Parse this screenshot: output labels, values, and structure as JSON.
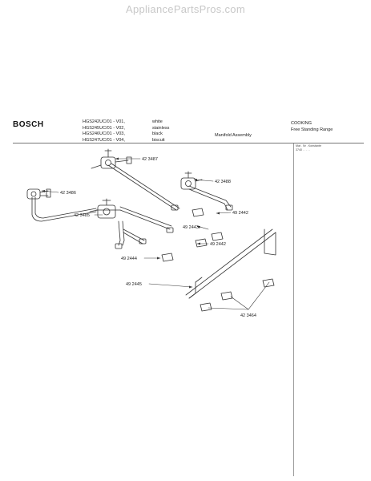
{
  "watermark": "AppliancePartsPros.com",
  "header": {
    "brand": "BOSCH",
    "models": [
      "HGS242UC/01 - V01,",
      "HGS245UC/01 - V02,",
      "HGS246UC/01 - V03,",
      "HGS247UC/01 - V04,"
    ],
    "colors": [
      "white",
      "stainless",
      "black",
      "biscuit"
    ],
    "assembly": "Manifold Assembly",
    "category": [
      "COOKING",
      "Free Standing Range"
    ],
    "ref_header": [
      "Mat . Nr . Konstante",
      "3740 . . . . ."
    ]
  },
  "callouts": [
    {
      "id": "c1",
      "label": "42 3487"
    },
    {
      "id": "c2",
      "label": "42 3488"
    },
    {
      "id": "c3",
      "label": "42 3486"
    },
    {
      "id": "c4",
      "label": "42 3485"
    },
    {
      "id": "c5",
      "label": "49 2442"
    },
    {
      "id": "c6",
      "label": "49 2443"
    },
    {
      "id": "c7",
      "label": "49 2442"
    },
    {
      "id": "c8",
      "label": "49 2444"
    },
    {
      "id": "c9",
      "label": "49 2445"
    },
    {
      "id": "c10",
      "label": "42 3464"
    }
  ]
}
